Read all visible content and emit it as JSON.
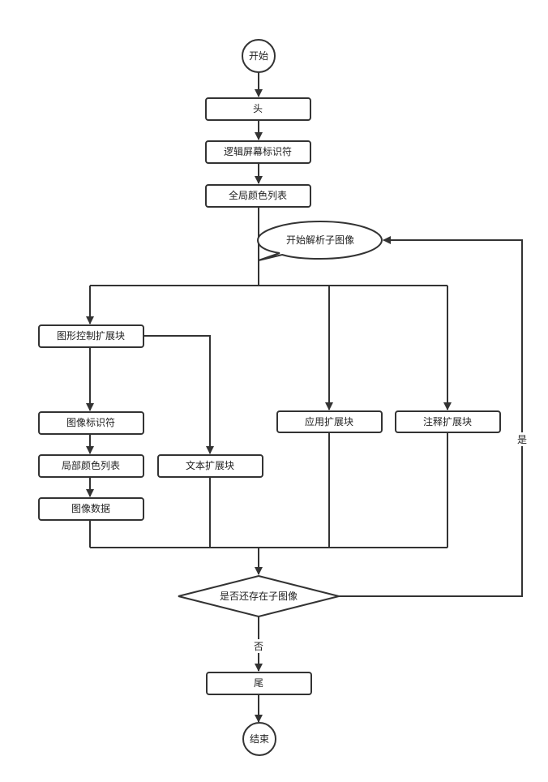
{
  "nodes": {
    "start": "开始",
    "head": "头",
    "lsd": "逻辑屏幕标识符",
    "gct": "全局颜色列表",
    "parse_sub": "开始解析子图像",
    "gce": "图形控制扩展块",
    "image_desc": "图像标识符",
    "lct": "局部颜色列表",
    "image_data": "图像数据",
    "text_ext": "文本扩展块",
    "app_ext": "应用扩展块",
    "comment_ext": "注释扩展块",
    "decision": "是否还存在子图像",
    "tail": "尾",
    "end": "结束"
  },
  "edges": {
    "yes": "是",
    "no": "否"
  },
  "colors": {
    "stroke": "#333333",
    "fill": "#ffffff",
    "text": "#222222"
  }
}
